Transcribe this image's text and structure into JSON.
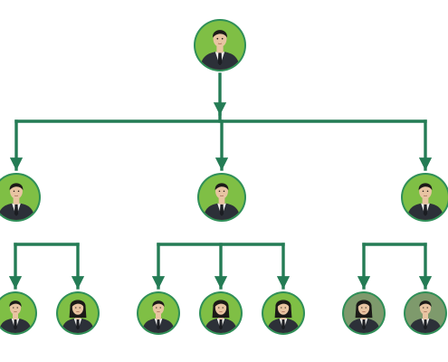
{
  "colors": {
    "background": "#ffffff",
    "connector": "#247c55",
    "node_ring": "#2f8f58",
    "node_fill": "#7fbf45",
    "node_fill_muted": "#7e9a6c",
    "suit": "#2c3038",
    "shirt": "#f2f2f0",
    "tie": "#1b1d22",
    "skin": "#e8c4a2",
    "hair": "#1c1a18"
  },
  "nodes": [
    {
      "id": "root",
      "label": "",
      "icon": "businessman-avatar-icon"
    },
    {
      "id": "manager-left",
      "label": "",
      "icon": "businessman-avatar-icon"
    },
    {
      "id": "manager-center",
      "label": "",
      "icon": "businessman-avatar-icon"
    },
    {
      "id": "manager-right",
      "label": "",
      "icon": "businessman-avatar-icon"
    },
    {
      "id": "staff-1",
      "label": "",
      "icon": "businessman-avatar-icon"
    },
    {
      "id": "staff-2",
      "label": "",
      "icon": "businesswoman-avatar-icon"
    },
    {
      "id": "staff-3",
      "label": "",
      "icon": "businessman-avatar-icon"
    },
    {
      "id": "staff-4",
      "label": "",
      "icon": "businesswoman-avatar-icon"
    },
    {
      "id": "staff-5",
      "label": "",
      "icon": "businesswoman-avatar-icon"
    },
    {
      "id": "staff-6",
      "label": "",
      "icon": "businesswoman-avatar-icon",
      "muted": true
    },
    {
      "id": "staff-7",
      "label": "",
      "icon": "businessman-avatar-icon",
      "muted": true
    }
  ],
  "edges": [
    {
      "from": "root",
      "to": "manager-left"
    },
    {
      "from": "root",
      "to": "manager-center"
    },
    {
      "from": "root",
      "to": "manager-right"
    },
    {
      "from": "manager-left",
      "to": "staff-1"
    },
    {
      "from": "manager-left",
      "to": "staff-2"
    },
    {
      "from": "manager-center",
      "to": "staff-3"
    },
    {
      "from": "manager-center",
      "to": "staff-4"
    },
    {
      "from": "manager-center",
      "to": "staff-5"
    },
    {
      "from": "manager-right",
      "to": "staff-6"
    },
    {
      "from": "manager-right",
      "to": "staff-7"
    }
  ]
}
